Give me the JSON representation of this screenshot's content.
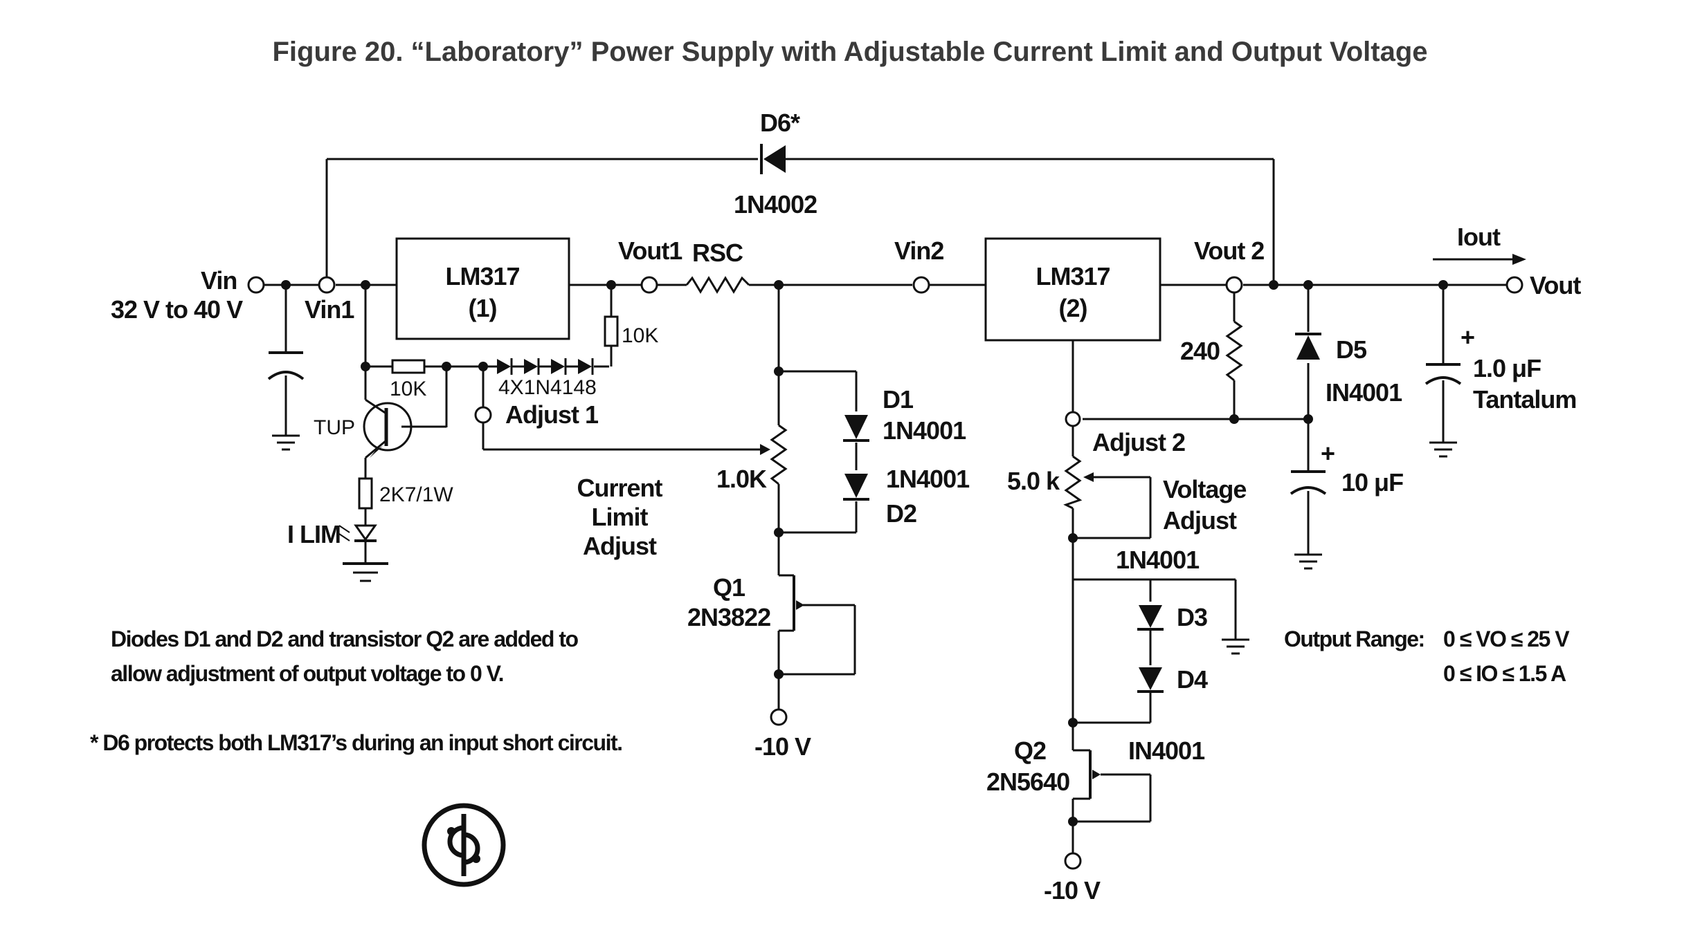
{
  "title": "Figure 20. “Laboratory” Power Supply with Adjustable Current Limit and Output Voltage",
  "labels": {
    "vin": "Vin",
    "vin_range": "32 V to 40 V",
    "vin1": "Vin1",
    "vout1": "Vout1",
    "rsc": "RSC",
    "vin2": "Vin2",
    "vout2": "Vout 2",
    "iout": "Iout",
    "vout": "Vout",
    "d6": "D6*",
    "d6_part": "1N4002",
    "lm317_1_name": "LM317",
    "lm317_1_num": "(1)",
    "lm317_2_name": "LM317",
    "lm317_2_num": "(2)",
    "r_10k_vert": "10K",
    "r_10k_horiz": "10K",
    "diodes_4x": "4X1N4148",
    "adjust1": "Adjust 1",
    "tup": "TUP",
    "r_2k7": "2K7/1W",
    "ilim": "I LIM",
    "current_limit_adjust_1": "Current",
    "current_limit_adjust_2": "Limit",
    "current_limit_adjust_3": "Adjust",
    "pot_1k": "1.0K",
    "d1": "D1",
    "d1_part": "1N4001",
    "d2_part": "1N4001",
    "d2": "D2",
    "q1": "Q1",
    "q1_part": "2N3822",
    "neg10v_left": "-10 V",
    "r240": "240",
    "d5": "D5",
    "d5_part": "IN4001",
    "c1": "1.0 μF",
    "c1_type": "Tantalum",
    "c10": "10 μF",
    "adjust2": "Adjust 2",
    "pot_5k": "5.0 k",
    "voltage_adjust_1": "Voltage",
    "voltage_adjust_2": "Adjust",
    "d34_part": "1N4001",
    "d3": "D3",
    "d4": "D4",
    "q2": "Q2",
    "q2_part": "2N5640",
    "q2_diode": "IN4001",
    "neg10v_right": "-10 V",
    "output_range_label": "Output Range:",
    "output_range_v": "0 ≤ VO ≤ 25 V",
    "output_range_i": "0 ≤ IO ≤ 1.5 A",
    "plus": "+"
  },
  "notes": {
    "line1": "Diodes D1 and D2 and transistor Q2 are added to",
    "line2": "allow adjustment of output voltage to 0 V.",
    "line3": "* D6 protects both LM317’s during an input short circuit."
  }
}
